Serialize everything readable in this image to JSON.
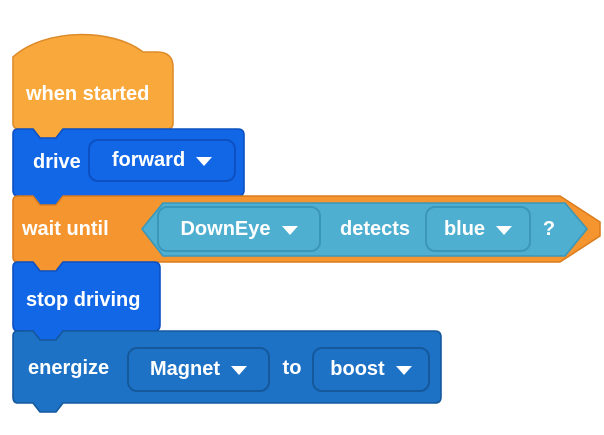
{
  "workspace": {
    "name": "blocks-program-canvas"
  },
  "colors": {
    "events_orange": "#F9A93C",
    "events_border": "#DE8C2B",
    "control_orange": "#F5952F",
    "control_border": "#DA7D1F",
    "drivetrain_blue": "#1267E6",
    "drivetrain_border": "#0C50C2",
    "magnet_blue": "#1D72C6",
    "magnet_border": "#15599C",
    "sensing_teal": "#4FAFD0",
    "sensing_border": "#3B97BA",
    "text": "#FFFFFF",
    "background": "#FFFFFF"
  },
  "blocks": [
    {
      "name": "when-started",
      "label": "when started"
    },
    {
      "name": "drive",
      "label": "drive",
      "dropdown": {
        "value": "forward"
      }
    },
    {
      "name": "wait-until",
      "label": "wait until",
      "condition": {
        "sensor": "DownEye",
        "verb": "detects",
        "color": "blue",
        "suffix": "?"
      }
    },
    {
      "name": "stop-driving",
      "label": "stop driving"
    },
    {
      "name": "energize",
      "label": "energize",
      "dropdown_device": {
        "value": "Magnet"
      },
      "connector": "to",
      "dropdown_mode": {
        "value": "boost"
      }
    }
  ]
}
